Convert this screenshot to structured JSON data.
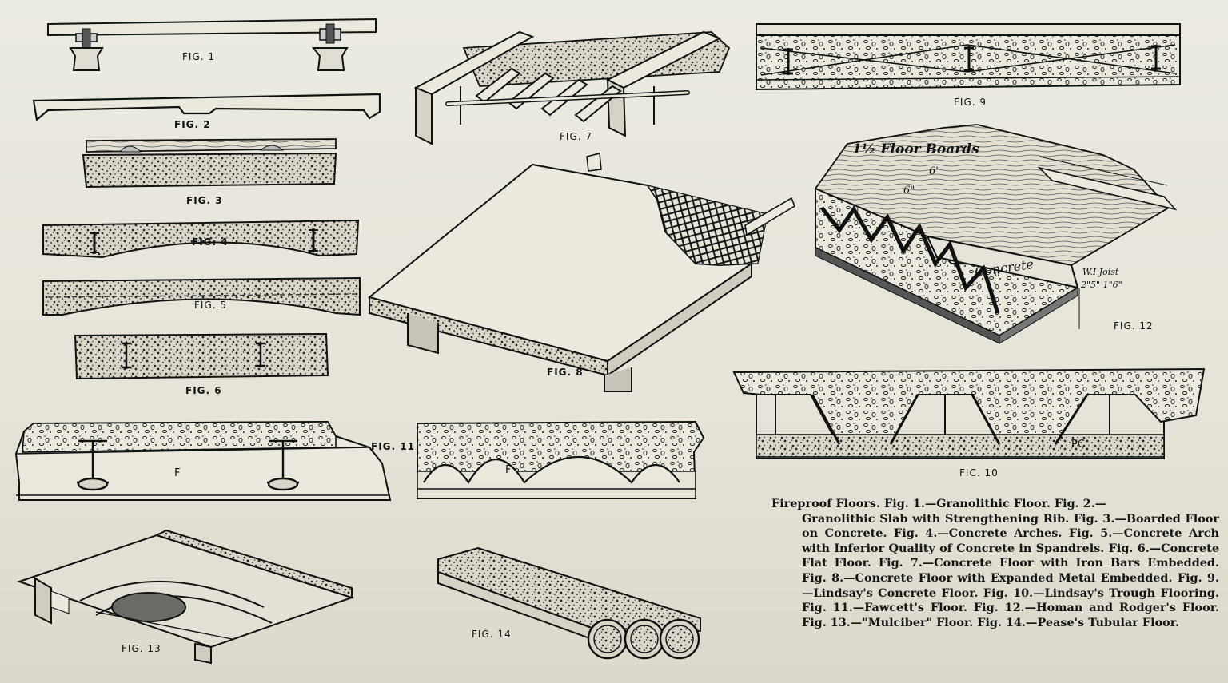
{
  "figures": [
    {
      "id": "fig1",
      "label": "FIG. 1"
    },
    {
      "id": "fig2",
      "label": "FIG. 2"
    },
    {
      "id": "fig3",
      "label": "FIG. 3"
    },
    {
      "id": "fig4",
      "label": "FIG. 4"
    },
    {
      "id": "fig5",
      "label": "FIG. 5"
    },
    {
      "id": "fig6",
      "label": "FIG. 6"
    },
    {
      "id": "fig7",
      "label": "FIG. 7"
    },
    {
      "id": "fig8",
      "label": "FIG. 8"
    },
    {
      "id": "fig9",
      "label": "FIG. 9"
    },
    {
      "id": "fig10",
      "label": "FIC. 10"
    },
    {
      "id": "fig11",
      "label": "FIG. 11"
    },
    {
      "id": "fig12",
      "label": "FIG. 12"
    },
    {
      "id": "fig13",
      "label": "FIG. 13"
    },
    {
      "id": "fig14",
      "label": "FIG. 14"
    }
  ],
  "annotations": {
    "floor_boards": "1½ Floor Boards",
    "dim_a": "6\"",
    "dim_b": "6\"",
    "concrete": "Concrete",
    "joist": "W.I Joist",
    "joist_size": "2\"5\" 1\"6\"",
    "f_label_11": "F",
    "f_label_11b": "F",
    "pc_label": "PC"
  },
  "caption": {
    "lead": "Fireproof Floors. Fig. 1.—Granolithic Floor. Fig. 2.—",
    "body": "Granolithic Slab with Strengthening Rib. Fig. 3.—Boarded Floor on Concrete. Fig. 4.—Concrete Arches. Fig. 5.—Concrete Arch with Inferior Quality of Concrete in Spandrels. Fig. 6.—Concrete Flat Floor. Fig. 7.—Concrete Floor with Iron Bars Embedded. Fig. 8.—Concrete Floor with Expanded Metal Embedded. Fig. 9.—Lindsay's Concrete Floor. Fig. 10.—Lindsay's Trough Flooring. Fig. 11.—Fawcett's Floor. Fig. 12.—Homan and Rodger's Floor. Fig. 13.—\"Mulciber\" Floor. Fig. 14.—Pease's Tubular Floor."
  }
}
